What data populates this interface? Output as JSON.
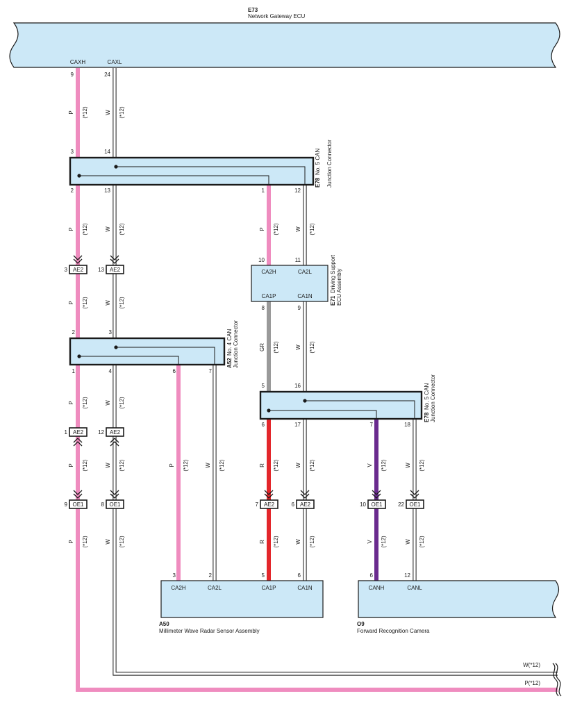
{
  "components": {
    "gateway": {
      "code": "E73",
      "name": "Network Gateway ECU",
      "pins": [
        {
          "name": "CAXH",
          "num": "9"
        },
        {
          "name": "CAXL",
          "num": "24"
        }
      ]
    },
    "jc5_upper": {
      "code": "E78",
      "line1": "No. 5 CAN",
      "line2": "Junction Connector"
    },
    "driving_ecu": {
      "code": "E71",
      "line1": "Driving Support",
      "line2": "ECU Assembly",
      "pins": {
        "ca2h": "CA2H",
        "ca2l": "CA2L",
        "ca1p": "CA1P",
        "ca1n": "CA1N"
      }
    },
    "jc4": {
      "code": "A52",
      "line1": "No. 4 CAN",
      "line2": "Junction Connector"
    },
    "jc5_lower": {
      "code": "E78",
      "line1": "No. 5 CAN",
      "line2": "Junction Connector"
    },
    "radar": {
      "code": "A50",
      "name": "Millimeter Wave Radar Sensor Assembly",
      "pins": {
        "ca2h": "CA2H",
        "ca2l": "CA2L",
        "ca1p": "CA1P",
        "ca1n": "CA1N"
      }
    },
    "camera": {
      "code": "O9",
      "name": "Forward Recognition Camera",
      "pins": {
        "canh": "CANH",
        "canl": "CANL"
      }
    }
  },
  "pin_numbers": {
    "jc5u_3": "3",
    "jc5u_14": "14",
    "jc5u_2": "2",
    "jc5u_13": "13",
    "jc5u_1": "1",
    "jc5u_12": "12",
    "ecu_10": "10",
    "ecu_11": "11",
    "ecu_8": "8",
    "ecu_9": "9",
    "jc4_2": "2",
    "jc4_3": "3",
    "jc4_1": "1",
    "jc4_4": "4",
    "jc4_6": "6",
    "jc4_7": "7",
    "jc5l_5": "5",
    "jc5l_16": "16",
    "jc5l_6": "6",
    "jc5l_17": "17",
    "jc5l_7": "7",
    "jc5l_18": "18",
    "radar_3": "3",
    "radar_2": "2",
    "radar_5": "5",
    "radar_6": "6",
    "cam_6": "6",
    "cam_12": "12"
  },
  "wire_codes": {
    "P": "P",
    "W": "W",
    "GR": "GR",
    "R": "R",
    "V": "V",
    "note": "(*12)"
  },
  "connectors": [
    {
      "pin": "3",
      "code": "AE2"
    },
    {
      "pin": "13",
      "code": "AE2"
    },
    {
      "pin": "1",
      "code": "AE2"
    },
    {
      "pin": "12",
      "code": "AE2"
    },
    {
      "pin": "9",
      "code": "OE1"
    },
    {
      "pin": "8",
      "code": "OE1"
    },
    {
      "pin": "7",
      "code": "AE2"
    },
    {
      "pin": "6",
      "code": "AE2"
    },
    {
      "pin": "10",
      "code": "OE1"
    },
    {
      "pin": "22",
      "code": "OE1"
    }
  ],
  "continuation": {
    "w": "W(*12)",
    "p": "P(*12)"
  },
  "colors": {
    "pink": "#ef8cbf",
    "gray": "#9a9a9a",
    "red": "#e3262b",
    "violet": "#6a2b8e",
    "box": "#cce8f7"
  }
}
